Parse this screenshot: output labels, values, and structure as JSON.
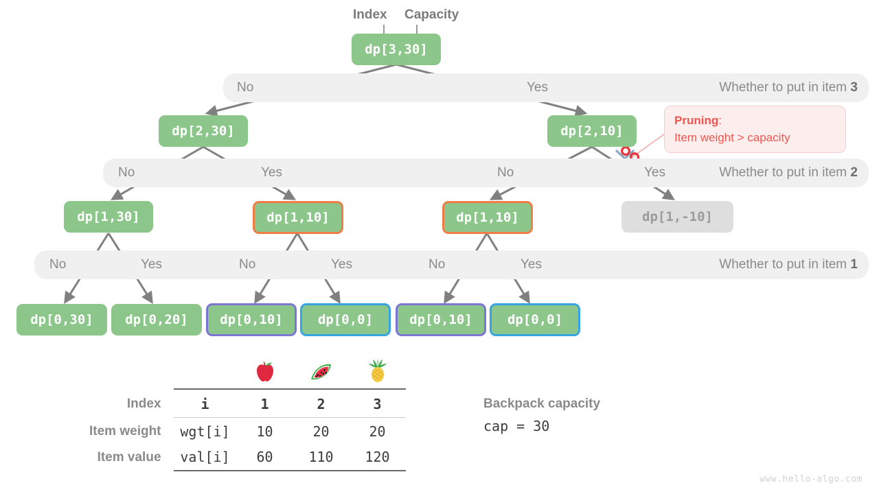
{
  "header": {
    "index_label": "Index",
    "capacity_label": "Capacity"
  },
  "tree": {
    "root": {
      "label": "dp[3,30]"
    },
    "level2": [
      {
        "label": "dp[2,30]"
      },
      {
        "label": "dp[2,10]"
      }
    ],
    "level3": [
      {
        "label": "dp[1,30]",
        "border": "none"
      },
      {
        "label": "dp[1,10]",
        "border": "orange"
      },
      {
        "label": "dp[1,10]",
        "border": "orange"
      },
      {
        "label": "dp[1,-10]",
        "border": "pruned"
      }
    ],
    "level4": [
      {
        "label": "dp[0,30]",
        "border": "none"
      },
      {
        "label": "dp[0,20]",
        "border": "none"
      },
      {
        "label": "dp[0,10]",
        "border": "purple"
      },
      {
        "label": "dp[0,0]",
        "border": "blue"
      },
      {
        "label": "dp[0,10]",
        "border": "purple"
      },
      {
        "label": "dp[0,0]",
        "border": "blue"
      }
    ]
  },
  "bands": [
    {
      "no": "No",
      "yes": "Yes",
      "question_prefix": "Whether to put in item ",
      "question_item": "3"
    },
    {
      "no": "No",
      "yes": "Yes",
      "question_prefix": "Whether to put in item ",
      "question_item": "2"
    },
    {
      "no": "No",
      "yes": "Yes",
      "question_prefix": "Whether to put in item ",
      "question_item": "1"
    }
  ],
  "pruning": {
    "title": "Pruning",
    "colon": ":",
    "reason": "Item weight > capacity",
    "icon": "scissors-icon",
    "color": "#f0564f"
  },
  "item_table": {
    "fruits": [
      "apple-icon",
      "watermelon-icon",
      "pineapple-icon"
    ],
    "rows": [
      {
        "label": "Index",
        "key": "i",
        "values": [
          "1",
          "2",
          "3"
        ],
        "bold": true
      },
      {
        "label": "Item weight",
        "key": "wgt[i]",
        "values": [
          "10",
          "20",
          "20"
        ],
        "bold": false
      },
      {
        "label": "Item value",
        "key": "val[i]",
        "values": [
          "60",
          "110",
          "120"
        ],
        "bold": false
      }
    ]
  },
  "capacity_note": {
    "title": "Backpack capacity",
    "value": "cap = 30"
  },
  "watermark": "www.hello-algo.com",
  "colors": {
    "node_green": "#8cc68a",
    "band_gray": "#f0f0f0",
    "border_orange": "#ef7d45",
    "border_purple": "#7b76d4",
    "border_blue": "#35a4e0",
    "pruned_gray": "#dedede",
    "edge_gray": "#808080",
    "prune_red": "#f0564f"
  }
}
